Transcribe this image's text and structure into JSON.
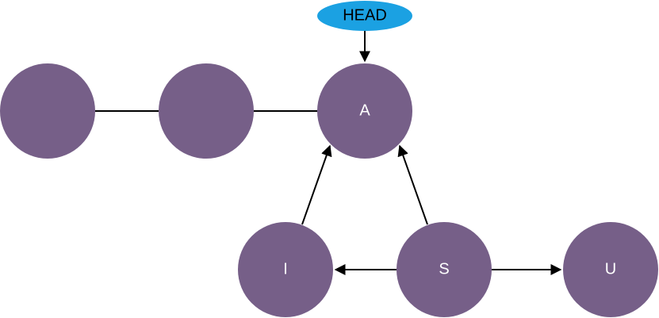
{
  "colors": {
    "node_fill": "#765F88",
    "head_fill": "#1BA1E2",
    "edge": "#000000"
  },
  "head": {
    "label": "HEAD"
  },
  "nodes": {
    "n1": {
      "label": ""
    },
    "n2": {
      "label": ""
    },
    "a": {
      "label": "A"
    },
    "i": {
      "label": "I"
    },
    "s": {
      "label": "S"
    },
    "u": {
      "label": "U"
    }
  },
  "edges": [
    {
      "from": "n1",
      "to": "n2",
      "arrow": false
    },
    {
      "from": "n2",
      "to": "a",
      "arrow": false
    },
    {
      "from": "head",
      "to": "a",
      "arrow": true
    },
    {
      "from": "i",
      "to": "a",
      "arrow": true
    },
    {
      "from": "s",
      "to": "a",
      "arrow": true
    },
    {
      "from": "s",
      "to": "i",
      "arrow": true
    },
    {
      "from": "s",
      "to": "u",
      "arrow": true
    }
  ]
}
